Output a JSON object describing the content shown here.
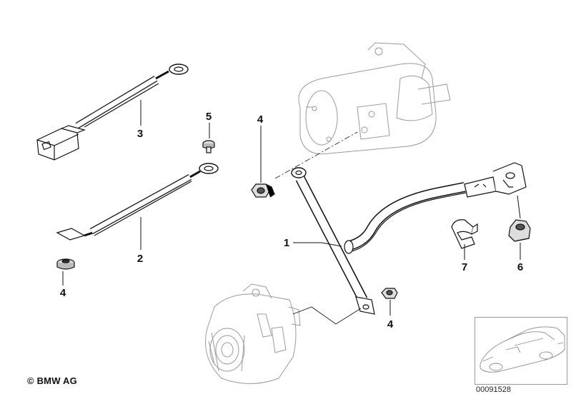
{
  "callouts": {
    "c1": "1",
    "c2": "2",
    "c3": "3",
    "c4a": "4",
    "c4b": "4",
    "c4c": "4",
    "c5": "5",
    "c6": "6",
    "c7": "7"
  },
  "footer": {
    "copyright": "© BMW AG",
    "diagram_ref": "00091528"
  }
}
